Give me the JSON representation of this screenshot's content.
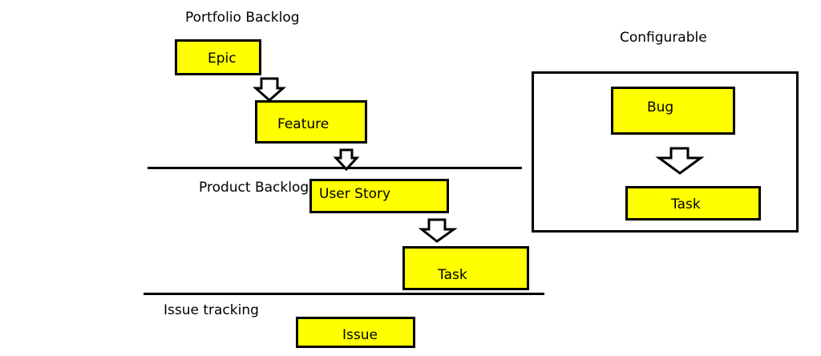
{
  "sections": {
    "portfolio_backlog": "Portfolio Backlog",
    "product_backlog": "Product Backlog",
    "issue_tracking": "Issue tracking",
    "configurable": "Configurable"
  },
  "items": {
    "epic": "Epic",
    "feature": "Feature",
    "user_story": "User Story",
    "task": "Task",
    "issue": "Issue",
    "bug": "Bug",
    "config_task": "Task"
  },
  "colors": {
    "box_fill": "#ffff00",
    "stroke": "#000000",
    "background": "#ffffff"
  }
}
